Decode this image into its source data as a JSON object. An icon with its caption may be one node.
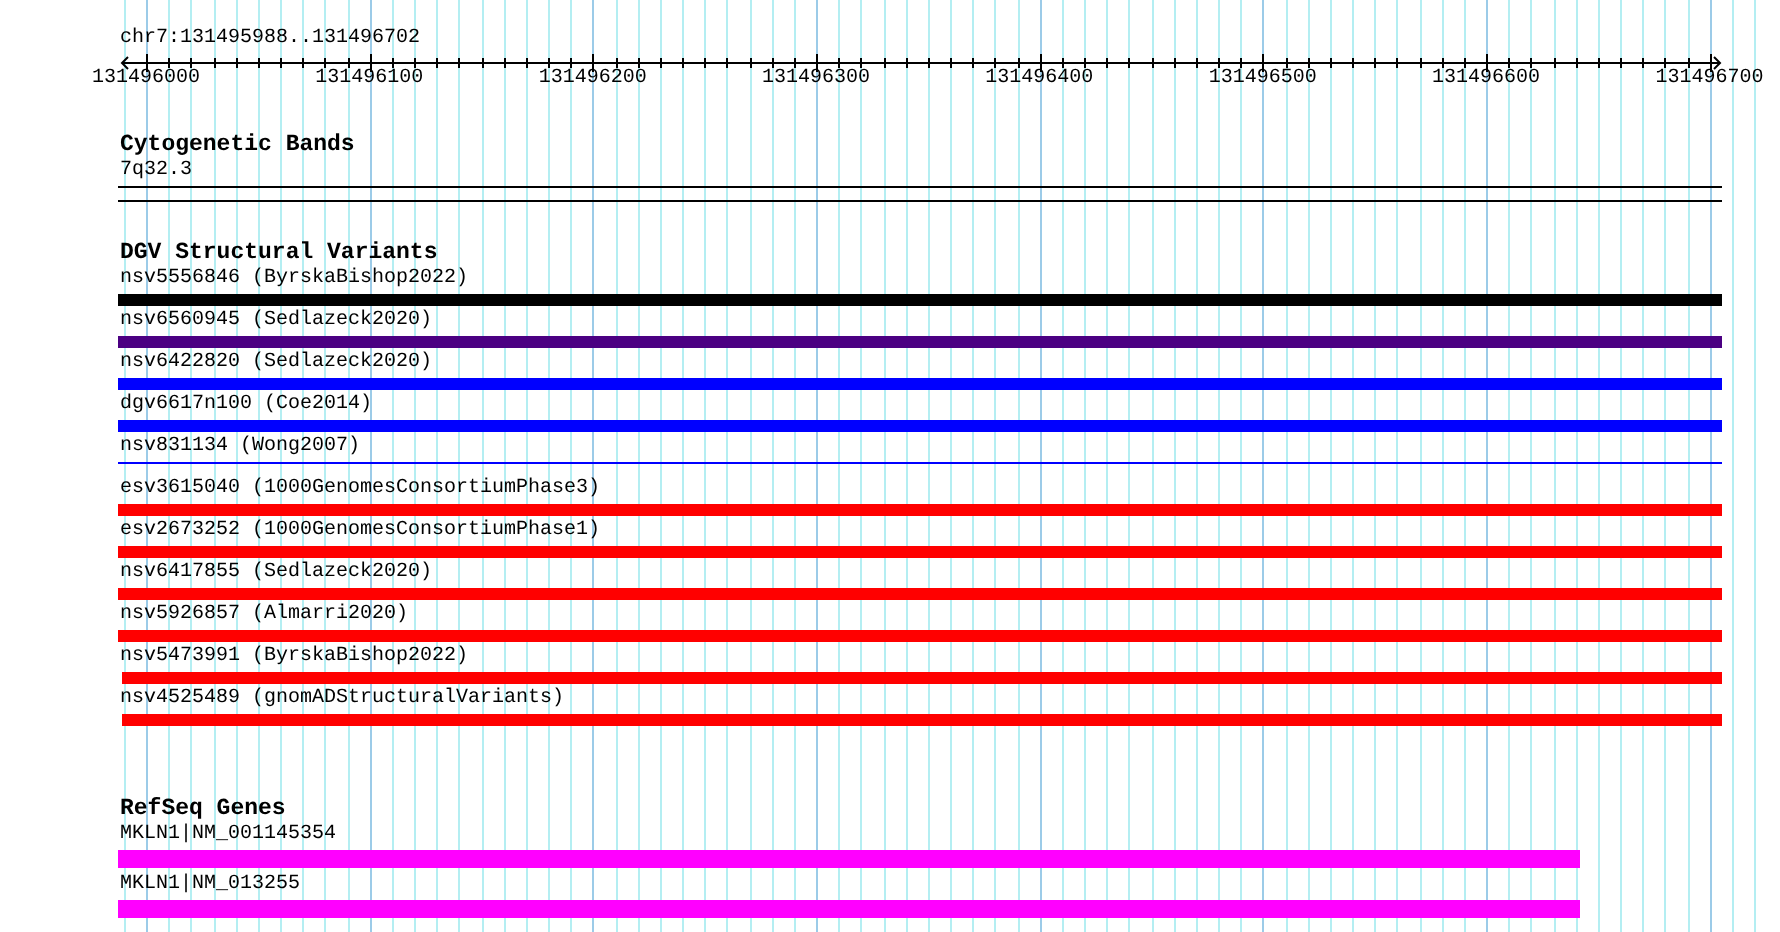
{
  "diagram": {
    "title": "chr7:131495988..131496702",
    "nodes": [
      {
        "text": [],
        "shape": "bar",
        "beside": [
          "7q32.3"
        ]
      },
      {
        "text": [],
        "shape": "bar",
        "beside": [
          "nsv5556846 (ByrskaBishop2022)"
        ]
      },
      {
        "text": [],
        "shape": "bar",
        "beside": [
          "nsv6560945 (Sedlazeck2020)"
        ]
      },
      {
        "text": [],
        "shape": "bar",
        "beside": [
          "nsv6422820 (Sedlazeck2020)"
        ]
      },
      {
        "text": [],
        "shape": "bar",
        "beside": [
          "dgv6617n100 (Coe2014)"
        ]
      },
      {
        "text": [],
        "shape": "bar",
        "beside": [
          "nsv831134 (Wong2007)"
        ]
      },
      {
        "text": [],
        "shape": "bar",
        "beside": [
          "esv3615040 (1000GenomesConsortiumPhase3)"
        ]
      },
      {
        "text": [],
        "shape": "bar",
        "beside": [
          "esv2673252 (1000GenomesConsortiumPhase1)"
        ]
      },
      {
        "text": [],
        "shape": "bar",
        "beside": [
          "nsv6417855 (Sedlazeck2020)"
        ]
      },
      {
        "text": [],
        "shape": "bar",
        "beside": [
          "nsv5926857 (Almarri2020)"
        ]
      },
      {
        "text": [],
        "shape": "bar",
        "beside": [
          "nsv5473991 (ByrskaBishop2022)"
        ]
      },
      {
        "text": [],
        "shape": "bar",
        "beside": [
          "nsv4525489 (gnomADStructuralVariants)"
        ]
      },
      {
        "text": [],
        "shape": "bar",
        "beside": [
          "MKLN1|NM_001145354"
        ]
      },
      {
        "text": [],
        "shape": "bar",
        "beside": [
          "MKLN1|NM_013255"
        ]
      }
    ],
    "labels": [
      "131496000",
      "131496100",
      "131496200",
      "131496300",
      "131496400",
      "131496500",
      "131496600",
      "131496700",
      "Cytogenetic Bands",
      "DGV Structural Variants",
      "RefSeq Genes"
    ]
  }
}
